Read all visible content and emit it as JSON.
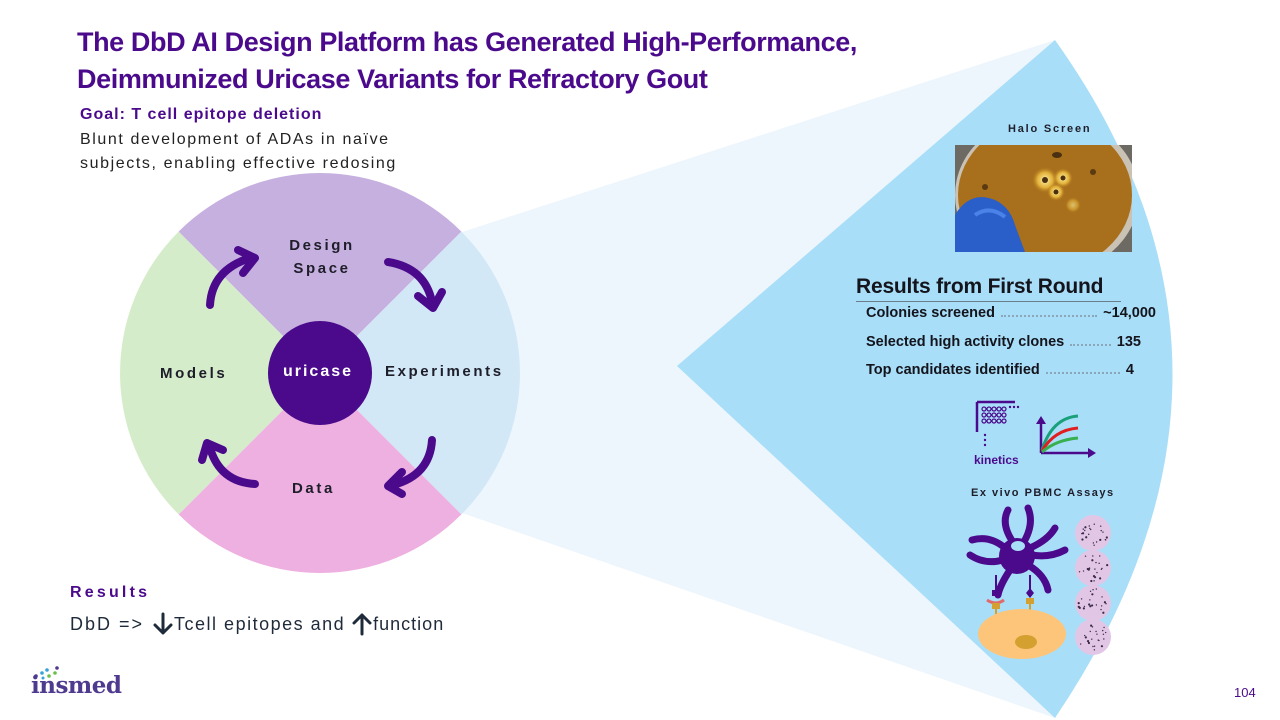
{
  "slide": {
    "title_line1": "The DbD AI Design Platform has Generated High-Performance,",
    "title_line2": "Deimmunized Uricase Variants for Refractory Gout",
    "page_number": "104"
  },
  "goal": {
    "heading": "Goal: T cell epitope deletion",
    "body_line1": "Blunt development of ADAs in naïve",
    "body_line2": "subjects, enabling effective redosing"
  },
  "cycle": {
    "center": "uricase",
    "quadrants": {
      "top_line1": "Design",
      "top_line2": "Space",
      "right": "Experiments",
      "bottom": "Data",
      "left": "Models"
    },
    "colors": {
      "design": "#c6b0df",
      "experiments": "#d2e8f6",
      "data": "#eeb0e0",
      "models": "#d5ecca",
      "center": "#4b0a8c",
      "arrows": "#4b0a8c"
    }
  },
  "results": {
    "heading": "Results",
    "prefix": "DbD =>",
    "down_arrow_icon": "arrow-down-icon",
    "middle": "Tcell epitopes and",
    "up_arrow_icon": "arrow-up-icon",
    "suffix": "function"
  },
  "experiments_panel": {
    "halo_label": "Halo Screen",
    "round_title": "Results from First Round",
    "rows": [
      {
        "label": "Colonies screened",
        "value": "~14,000"
      },
      {
        "label": "Selected high activity clones",
        "value": "135"
      },
      {
        "label": "Top candidates identified",
        "value": "4"
      }
    ],
    "kinetics_label": "kinetics",
    "pbmc_label": "Ex vivo PBMC Assays",
    "colors": {
      "cone": "#a9def9",
      "projection": "#eef6fd"
    }
  },
  "logo": {
    "text": "insmed"
  }
}
